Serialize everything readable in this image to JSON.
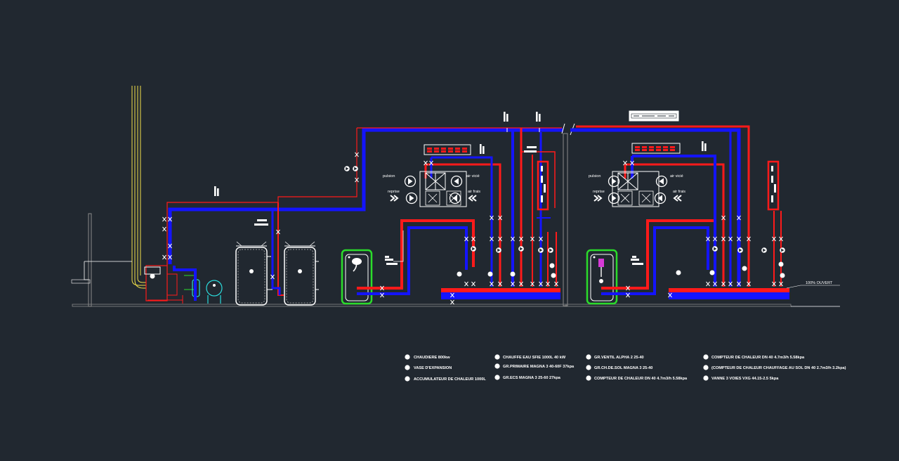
{
  "colors": {
    "background": "#212830",
    "supply_pipe": "#ff1a1a",
    "return_pipe": "#1414ff",
    "gas_pipe": "#f2e04a",
    "structure": "#8a8a8a",
    "dhw_tank": "#2bdc2b"
  },
  "labels": {
    "ahu_left": {
      "pulsion": "pulsion",
      "air_vicie": "air vicié",
      "reprise": "reprise",
      "air_frais": "air frais"
    },
    "ahu_right": {
      "pulsion": "pulsion",
      "air_vicie": "air vicié",
      "reprise": "reprise",
      "air_frais": "air frais"
    },
    "valve_open": "100% OUVERT"
  },
  "legend": [
    {
      "icon": "circle-icon",
      "text": "CHAUDIERE 800kw"
    },
    {
      "icon": "circle-icon",
      "text": "VASE D'EXPANSION"
    },
    {
      "icon": "circle-icon",
      "text": "ACCUMULATEUR DE CHALEUR 1000L"
    },
    {
      "icon": "circle-icon",
      "text": "CHAUFFE EAU SFIE 1000L 40 kW"
    },
    {
      "icon": "circle-icon",
      "text": "GR.PRIMAIRE MAGNA 3 40-60F 37kpa"
    },
    {
      "icon": "circle-icon",
      "text": "GR.ECS MAGNA 3 25-60 27kpa"
    },
    {
      "icon": "circle-icon",
      "text": "GR.VENTIL ALPHA 2 25-40"
    },
    {
      "icon": "circle-icon",
      "text": "GR.CH.DE.SOL MAGNA 3 25-40"
    },
    {
      "icon": "circle-icon",
      "text": "COMPTEUR DE CHALEUR DN 40 4.7m3/h 5.58kpa"
    },
    {
      "icon": "circle-icon",
      "text": "COMPTEUR DE CHALEUR DN 40 4.7m3/h 5.58kpa"
    },
    {
      "icon": "circle-icon",
      "text": "(COMPTEUR DE CHALEUR CHAUFFAGE AU SOL DN 40 2.7m3/h 3.2kpa)"
    },
    {
      "icon": "circle-icon",
      "text": "VANNE 3 VOIES VXG 44.15-2.5 5kpa"
    }
  ]
}
